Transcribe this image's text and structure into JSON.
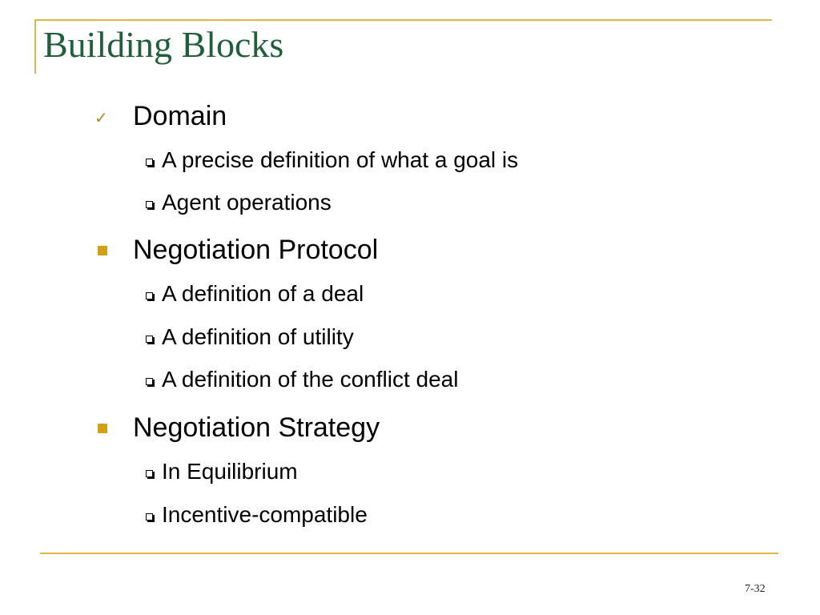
{
  "slide": {
    "title": "Building Blocks",
    "page_number": "7-32",
    "accent_color": "#e0b64a",
    "title_color": "#1f5f3a",
    "bullets": [
      {
        "text": "Domain",
        "marker": "check-icon",
        "subitems": [
          "A precise definition of what a goal is",
          "Agent operations"
        ]
      },
      {
        "text": "Negotiation Protocol",
        "marker": "square-bullet-icon",
        "subitems": [
          "A definition of a deal",
          "A definition of utility",
          "A definition of the conflict deal"
        ]
      },
      {
        "text": "Negotiation Strategy",
        "marker": "square-bullet-icon",
        "subitems": [
          "In Equilibrium",
          "Incentive-compatible"
        ]
      }
    ]
  }
}
